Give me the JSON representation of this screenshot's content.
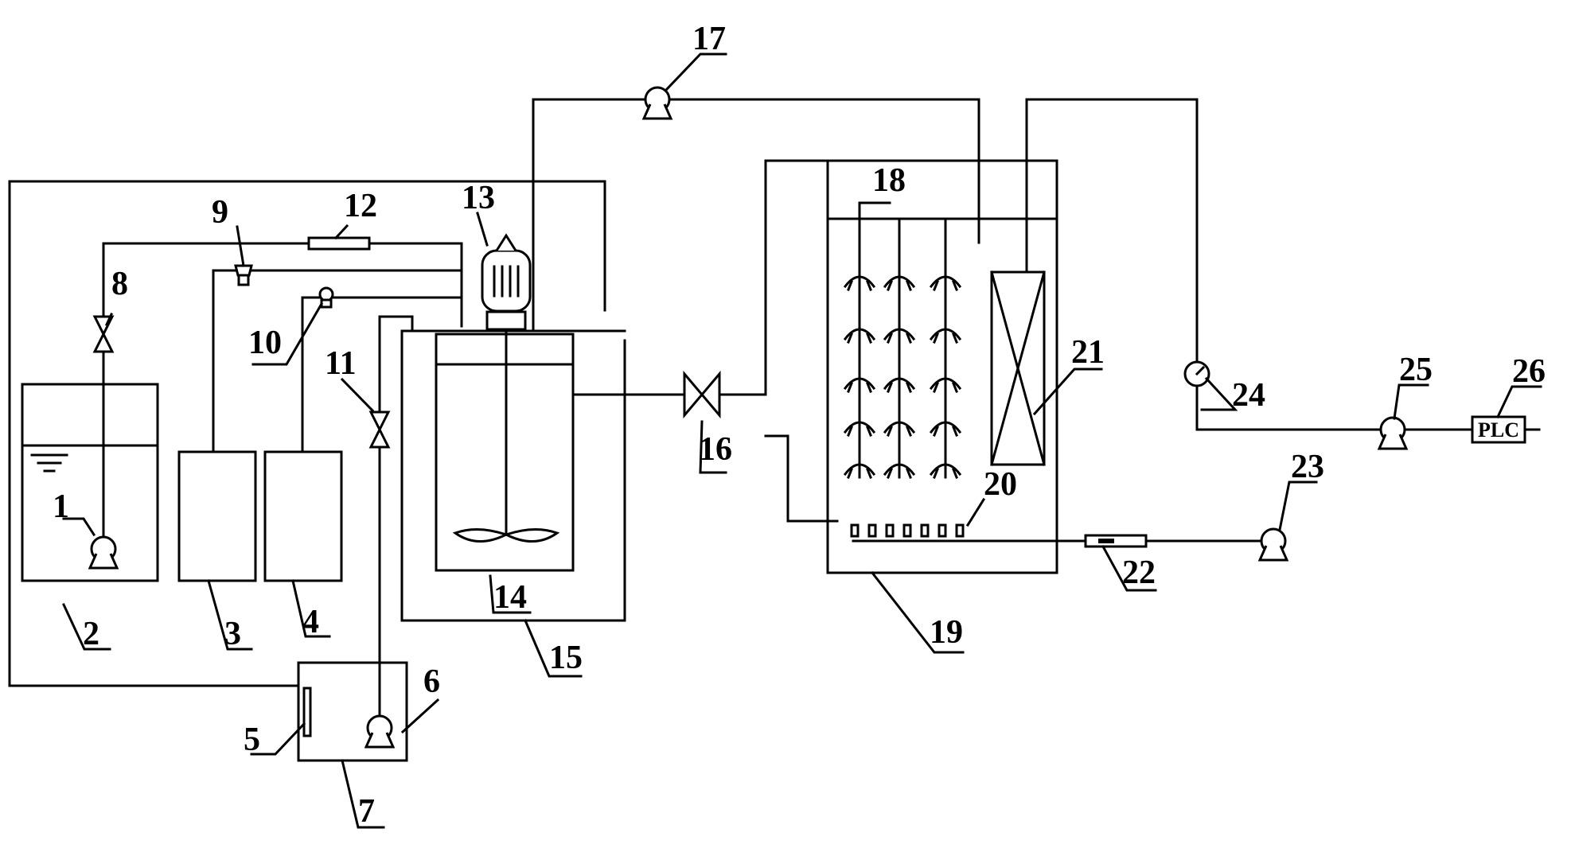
{
  "labels": {
    "l1": "1",
    "l2": "2",
    "l3": "3",
    "l4": "4",
    "l5": "5",
    "l6": "6",
    "l7": "7",
    "l8": "8",
    "l9": "9",
    "l10": "10",
    "l11": "11",
    "l12": "12",
    "l13": "13",
    "l14": "14",
    "l15": "15",
    "l16": "16",
    "l17": "17",
    "l18": "18",
    "l19": "19",
    "l20": "20",
    "l21": "21",
    "l22": "22",
    "l23": "23",
    "l24": "24",
    "l25": "25",
    "l26": "26"
  },
  "plc_text": "PLC"
}
